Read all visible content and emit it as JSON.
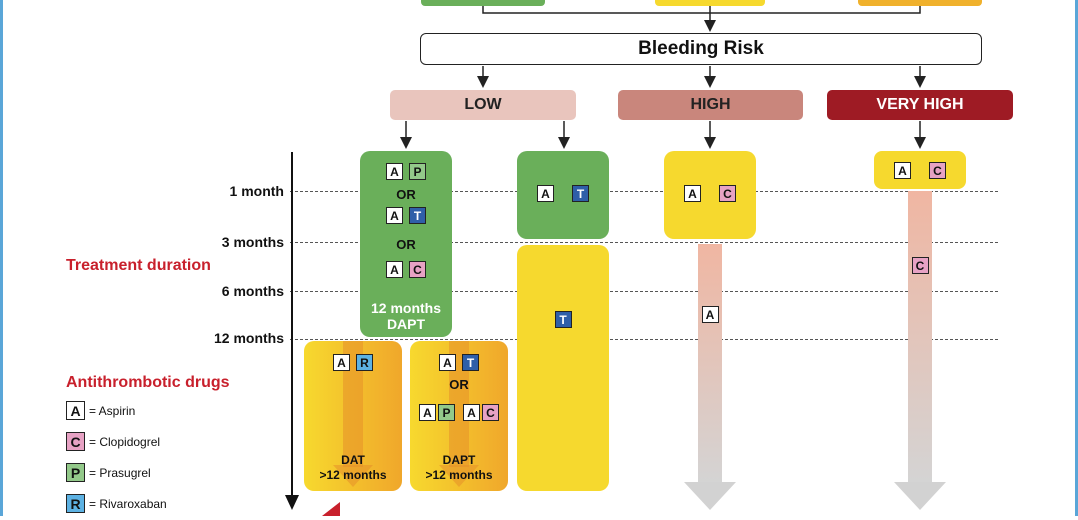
{
  "bleeding_risk": "Bleeding Risk",
  "risk_levels": {
    "low": "LOW",
    "high": "HIGH",
    "very_high": "VERY HIGH"
  },
  "axis": {
    "title": "Treatment duration",
    "ticks": [
      "1 month",
      "3 months",
      "6 months",
      "12 months"
    ]
  },
  "regimens": {
    "low_col1_or": "OR",
    "low_col1_or2": "OR",
    "low_col1_caption_line1": "12 months",
    "low_col1_caption_line2": "DAPT",
    "dat_left_line1": "DAT",
    "dat_left_line2": ">12 months",
    "dapt_right_or": "OR",
    "dapt_right_line1": "DAPT",
    "dapt_right_line2": ">12 months"
  },
  "legend": {
    "title": "Antithrombotic drugs",
    "items": [
      {
        "letter": "A",
        "label": "= Aspirin"
      },
      {
        "letter": "C",
        "label": "= Clopidogrel"
      },
      {
        "letter": "P",
        "label": "= Prasugrel"
      },
      {
        "letter": "R",
        "label": "= Rivaroxaban"
      }
    ]
  },
  "drug_letters": {
    "A": "A",
    "C": "C",
    "P": "P",
    "T": "T",
    "R": "R"
  },
  "colors": {
    "green": "#6aaf5a",
    "yellow": "#f6d92e",
    "low_pill": "#e9c5bd",
    "high_pill": "#c9867c",
    "very_high_pill": "#9e1b24",
    "orange": "#f0a72b",
    "legend_title": "#c8202c"
  }
}
